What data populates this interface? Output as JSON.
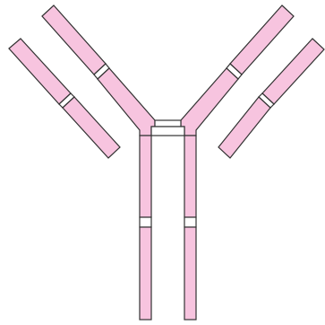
{
  "diagram": {
    "subject": "antibody-y-structure",
    "style": {
      "fill": "#f7c4df",
      "link_fill": "#ffffff",
      "stroke": "#333333",
      "background": "#ffffff"
    },
    "parts": [
      "left-light-chain",
      "left-heavy-chain-arm",
      "right-heavy-chain-arm",
      "right-light-chain",
      "hinge-region",
      "left-heavy-chain-stem",
      "right-heavy-chain-stem"
    ]
  }
}
